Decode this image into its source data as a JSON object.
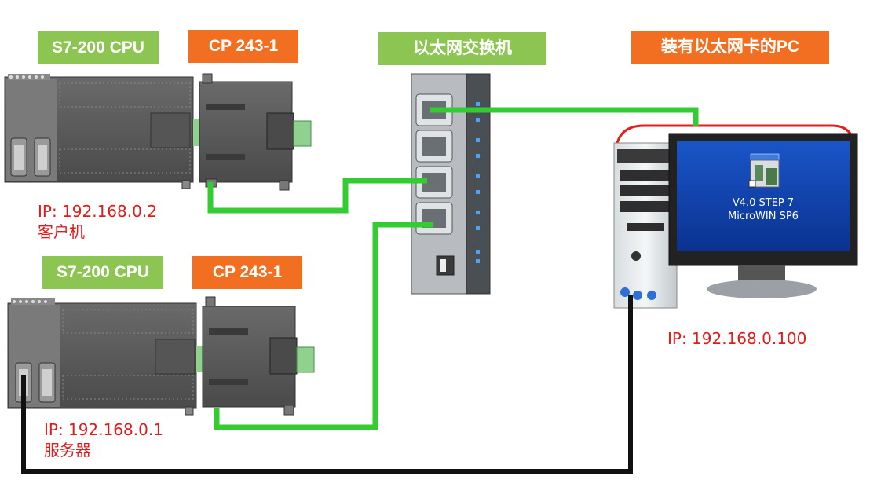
{
  "client": {
    "cpu_label": "S7-200 CPU",
    "cp_label": "CP 243-1",
    "ip": "IP: 192.168.0.2",
    "role": "客户机"
  },
  "server": {
    "cpu_label": "S7-200 CPU",
    "cp_label": "CP 243-1",
    "ip": "IP: 192.168.0.1",
    "role": "服务器"
  },
  "switch": {
    "label": "以太网交换机"
  },
  "pc": {
    "label": "装有以太网卡的PC",
    "ip": "IP: 192.168.0.100",
    "screen_line1": "V4.0 STEP 7",
    "screen_line2": "MicroWIN SP6"
  },
  "colors": {
    "label_green": "#8dc553",
    "label_orange": "#f26f21",
    "ip_red": "#e01b1b",
    "ethernet_cable": "#33cc33",
    "serial_cable": "#111111",
    "screen_blue": "#0d3fa6"
  }
}
